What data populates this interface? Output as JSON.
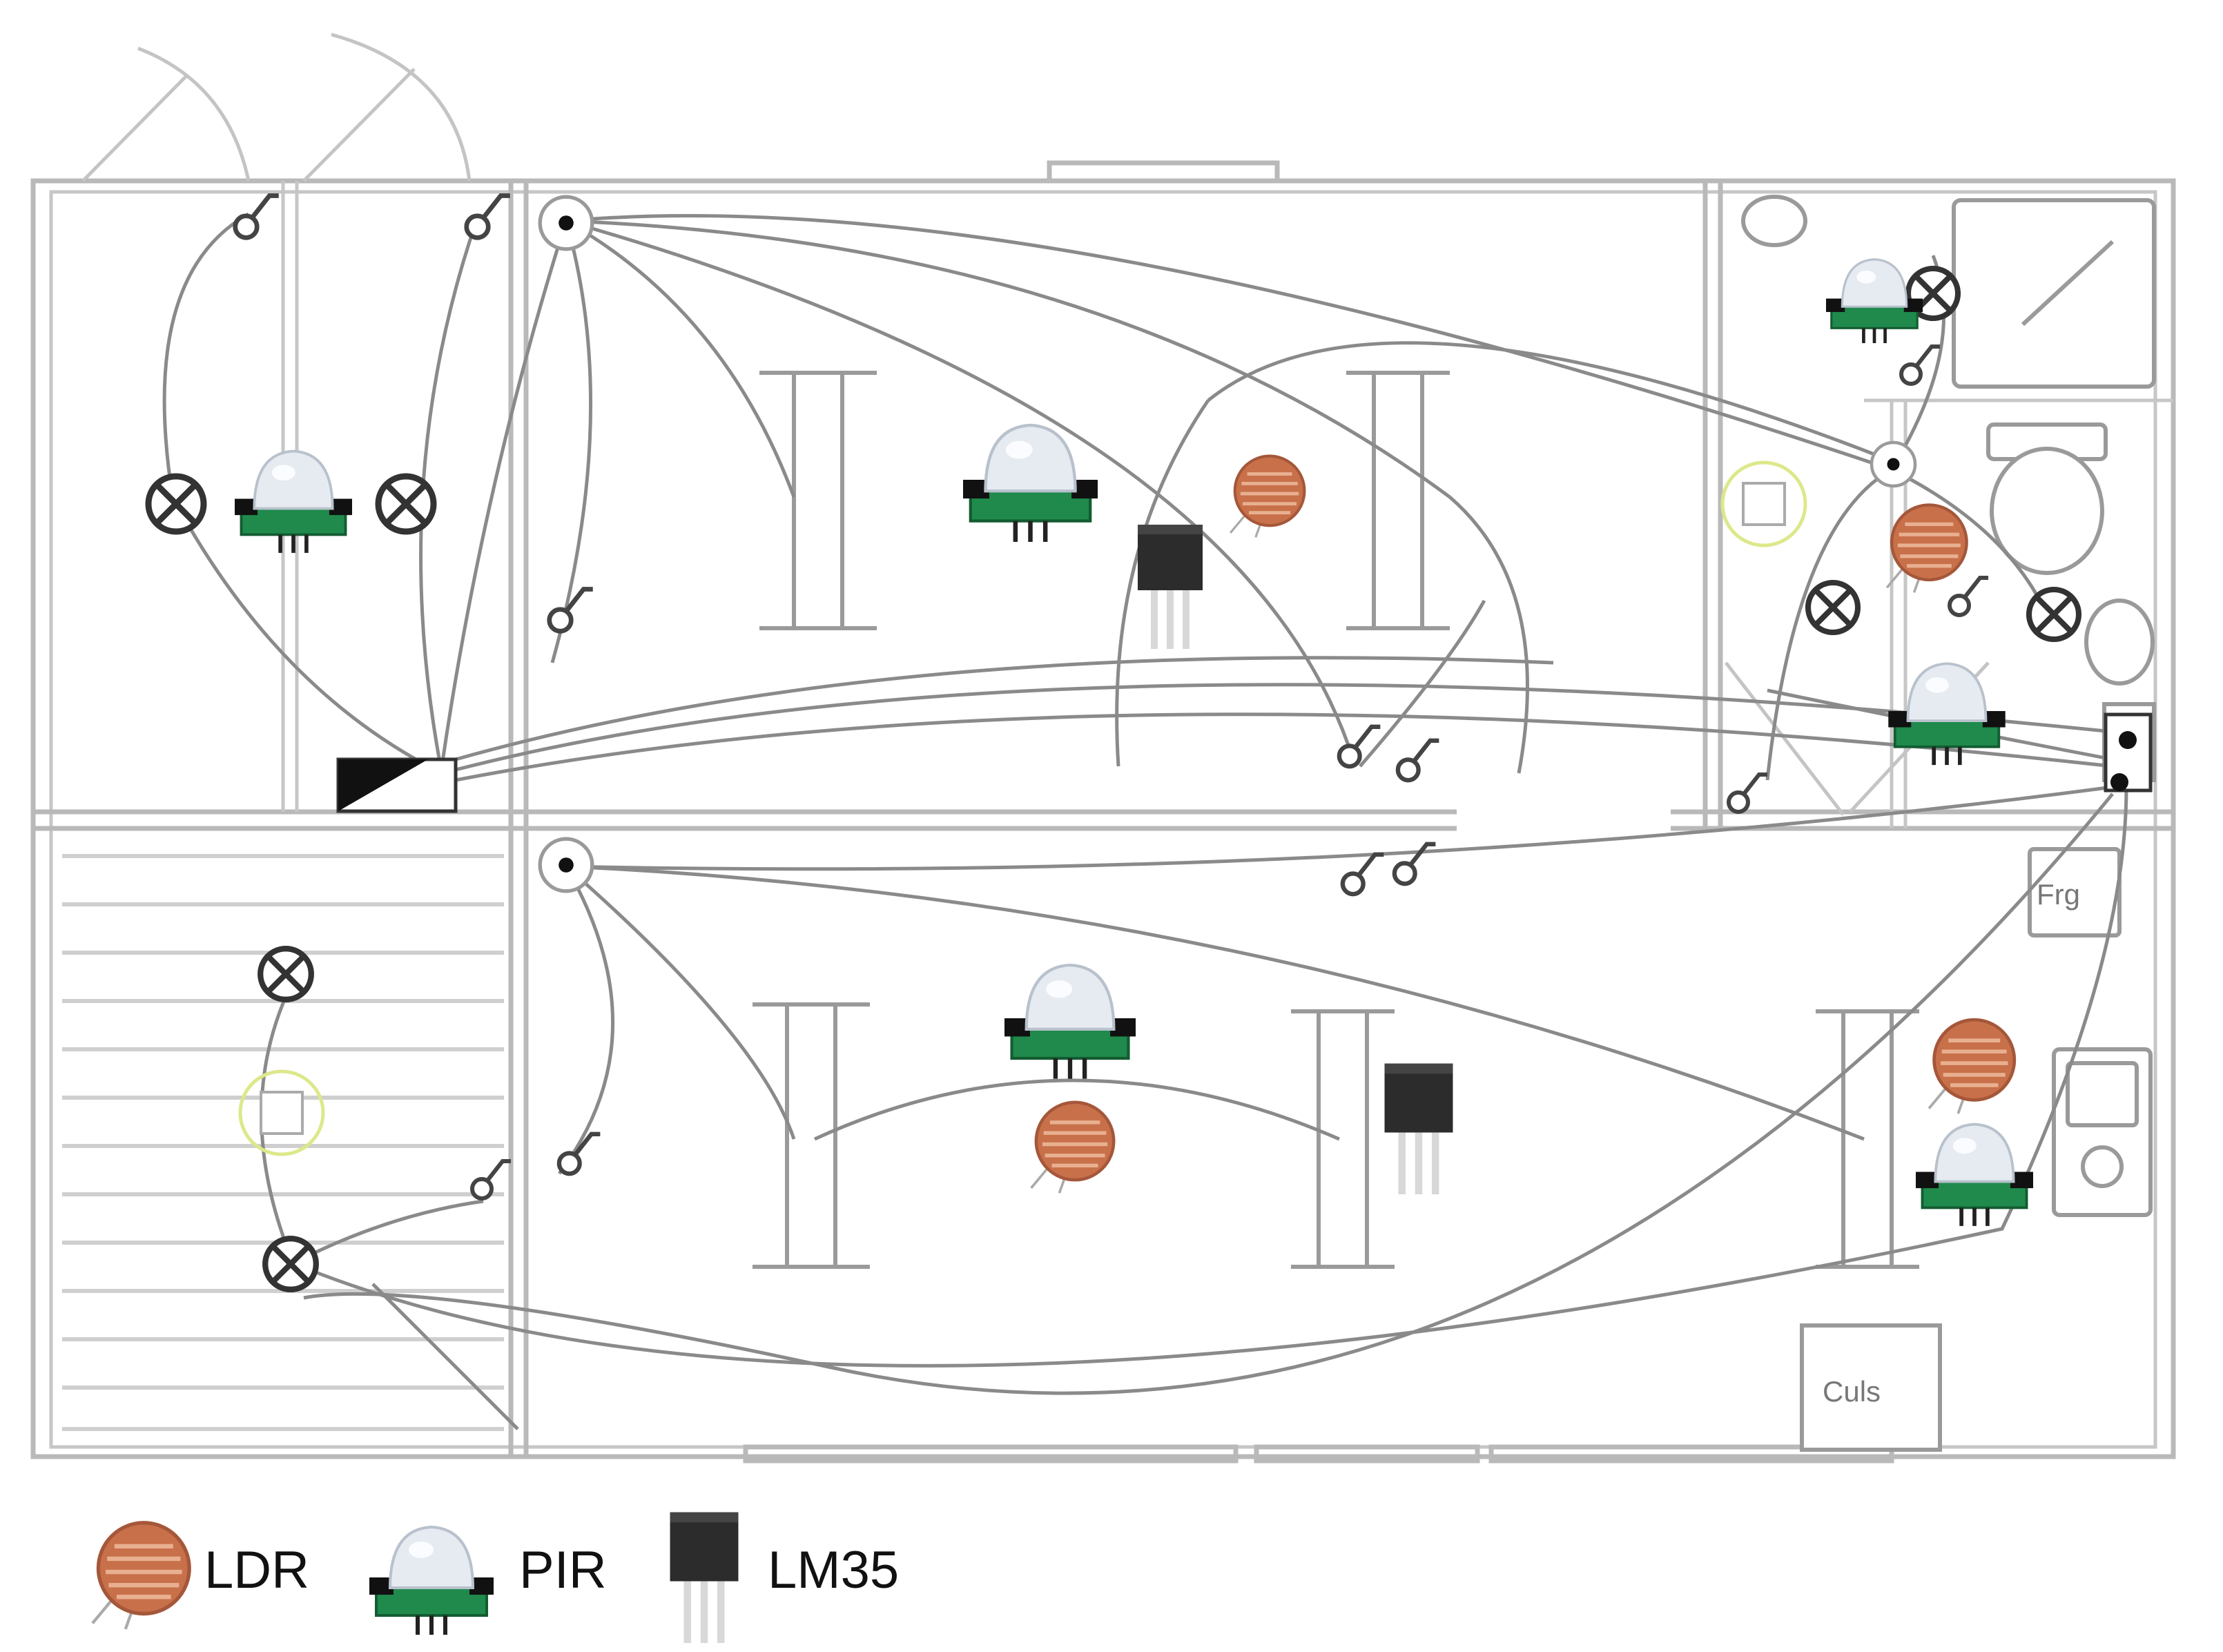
{
  "fixture_labels": {
    "fridge": "Frg",
    "stove": "Culs"
  },
  "legend": [
    {
      "label": "LDR",
      "icon": "ldr-icon"
    },
    {
      "label": "PIR",
      "icon": "pir-icon"
    },
    {
      "label": "LM35",
      "icon": "lm35-icon"
    }
  ],
  "colors": {
    "ldr_body": "#c8704a",
    "ldr_track": "#e8b090",
    "pir_dome": "#e6ebf1",
    "pir_board": "#1f8a4c",
    "lm35_body": "#2c2c2c",
    "lm35_legs": "#d8d8d8",
    "wire": "#8a8a8a",
    "wall": "#b9b9b9"
  }
}
